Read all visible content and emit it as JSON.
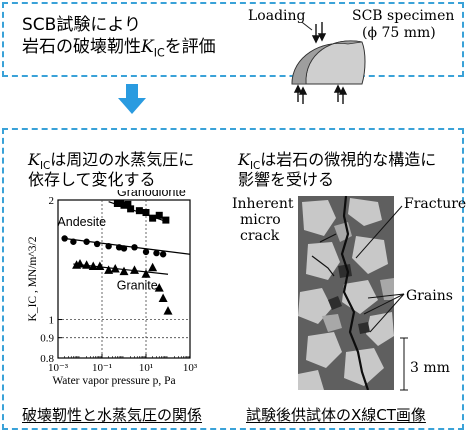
{
  "top": {
    "line1": "SCB試験により",
    "line2_prefix": "岩石の破壊靭性",
    "line2_k": "K",
    "line2_sub": "IC",
    "line2_suffix": "を評価",
    "loading_label": "Loading",
    "specimen_label": "SCB specimen",
    "specimen_size": "(ϕ 75 mm)"
  },
  "left": {
    "heading_k": "K",
    "heading_sub": "IC",
    "heading_rest": "は周辺の水蒸気圧に",
    "heading_line2": "依存して変化する",
    "caption": "破壊靭性と水蒸気圧の関係"
  },
  "right": {
    "heading_k": "K",
    "heading_sub": "IC",
    "heading_rest": "は岩石の微視的な構造に",
    "heading_line2": "影響を受ける",
    "caption": "試験後供試体のX線CT画像",
    "label_inherent_1": "Inherent",
    "label_inherent_2": "micro",
    "label_inherent_3": "crack",
    "label_fracture": "Fracture",
    "label_grains": "Grains",
    "label_scale": "3 mm"
  },
  "chart_data": {
    "type": "scatter",
    "xlabel": "Water vapor pressure p, Pa",
    "ylabel": "K_IC , MN/m^3/2",
    "xscale": "log",
    "yscale": "log",
    "xlim": [
      0.001,
      1000
    ],
    "ylim": [
      0.8,
      2
    ],
    "x_ticks": [
      "10⁻³",
      "10⁻¹",
      "10¹",
      "10³"
    ],
    "y_ticks": [
      "0.8",
      "0.9",
      "1",
      "2"
    ],
    "grid": true,
    "series": [
      {
        "name": "Granodiorite",
        "marker": "square",
        "x": [
          0.5,
          0.7,
          1,
          1.5,
          2,
          5,
          10,
          20,
          40,
          80
        ],
        "y": [
          1.96,
          1.96,
          1.94,
          1.95,
          1.9,
          1.88,
          1.86,
          1.8,
          1.83,
          1.78
        ],
        "fit": {
          "x": [
            0.2,
            100
          ],
          "y": [
            1.98,
            1.76
          ]
        }
      },
      {
        "name": "Andesite",
        "marker": "circle",
        "x": [
          0.002,
          0.005,
          0.02,
          0.06,
          0.2,
          0.6,
          1,
          3,
          10,
          30,
          60
        ],
        "y": [
          1.6,
          1.57,
          1.57,
          1.55,
          1.53,
          1.52,
          1.51,
          1.52,
          1.48,
          1.47,
          1.46
        ],
        "fit": {
          "x": [
            0.002,
            1000
          ],
          "y": [
            1.6,
            1.46
          ]
        }
      },
      {
        "name": "Granite",
        "marker": "triangle",
        "x": [
          0.007,
          0.01,
          0.02,
          0.04,
          0.08,
          0.2,
          0.4,
          1,
          3,
          10,
          20,
          40,
          60,
          100
        ],
        "y": [
          1.37,
          1.38,
          1.37,
          1.36,
          1.36,
          1.33,
          1.34,
          1.32,
          1.33,
          1.3,
          1.35,
          1.2,
          1.13,
          1.05
        ],
        "fit": {
          "x": [
            0.005,
            100
          ],
          "y": [
            1.38,
            1.3
          ]
        }
      }
    ]
  }
}
